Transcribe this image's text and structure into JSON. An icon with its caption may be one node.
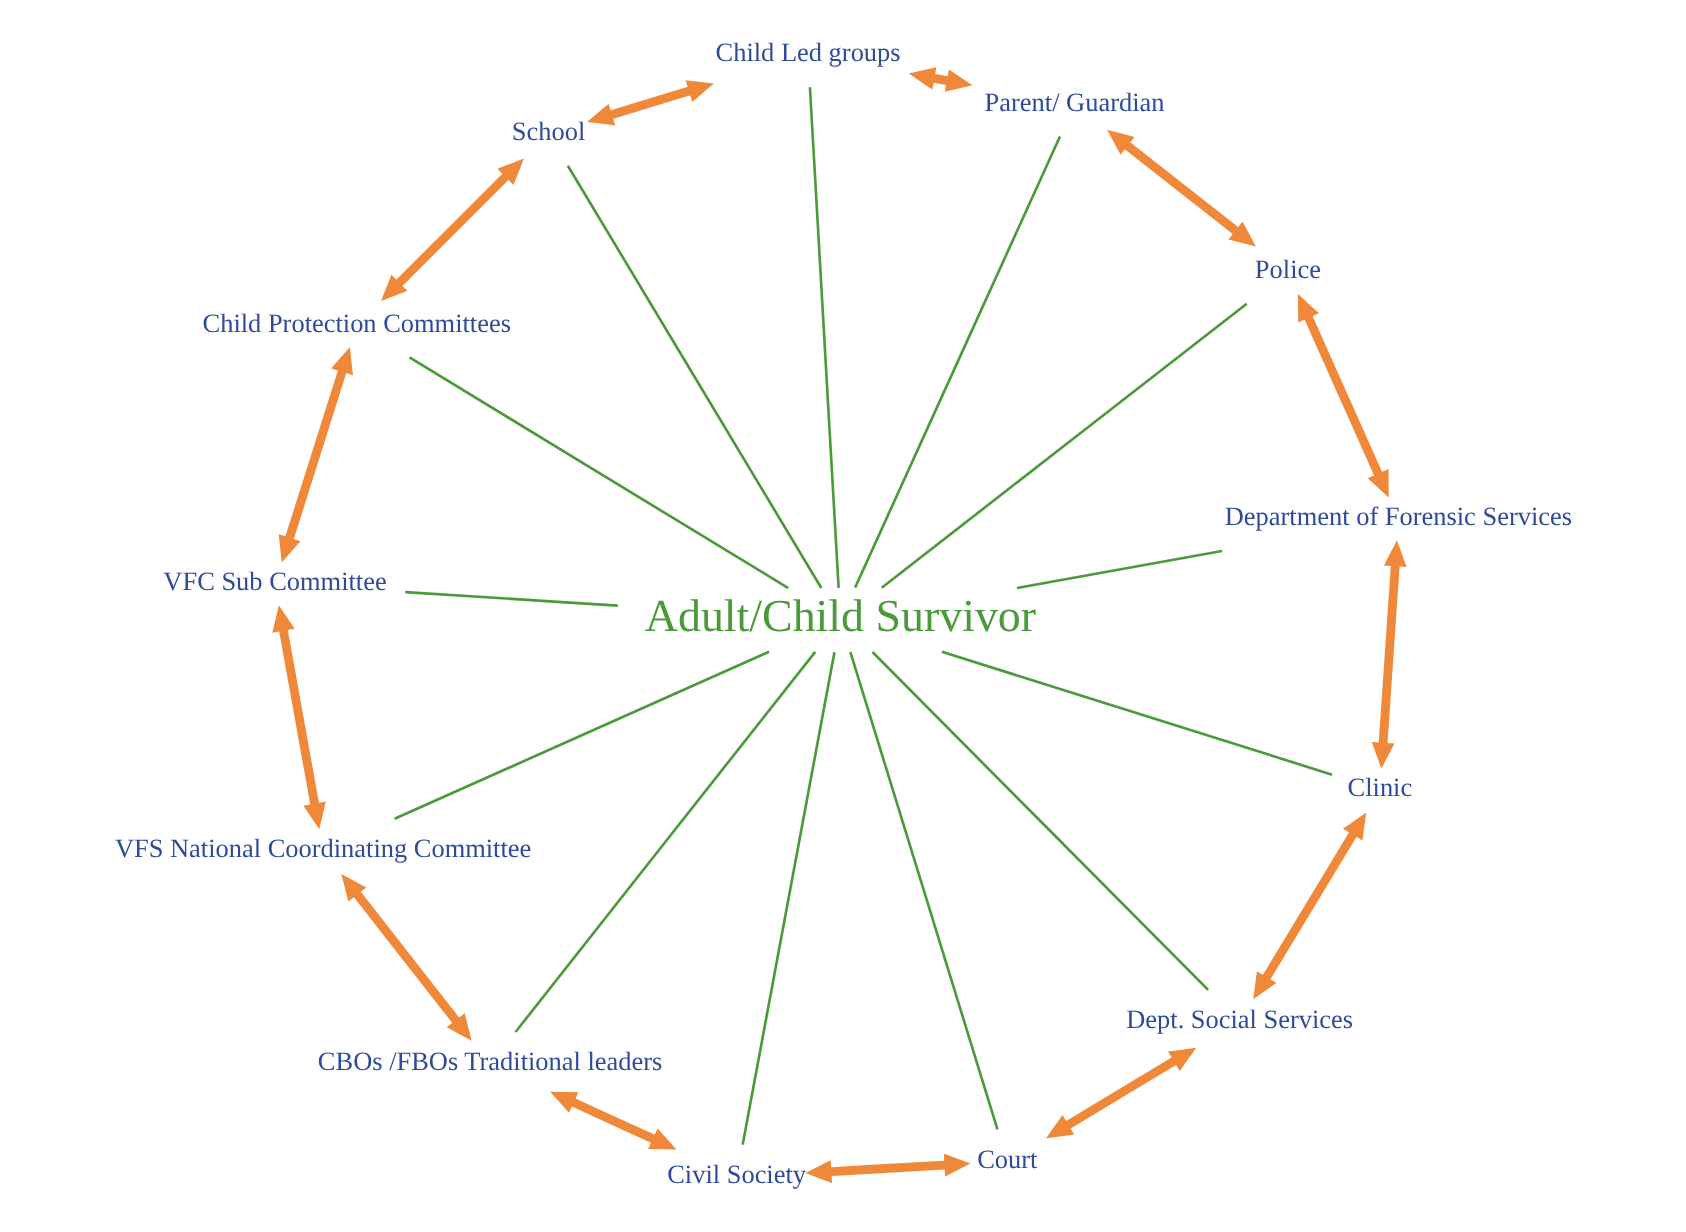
{
  "diagram": {
    "nodes": [
      {
        "text": [
          "Adult/Child Survivor"
        ]
      },
      {
        "text": [
          "Parent/ Guardian"
        ]
      },
      {
        "text": [
          "Child Led groups"
        ]
      },
      {
        "text": [
          "School"
        ]
      },
      {
        "text": [
          "Child Protection Committees"
        ]
      },
      {
        "text": [
          "VFC Sub Committee"
        ]
      },
      {
        "text": [
          "VFS National Coordinating Committee"
        ]
      },
      {
        "text": [
          "CBOs /FBOs Traditional leaders"
        ]
      },
      {
        "text": [
          "Civil Society"
        ]
      },
      {
        "text": [
          "Court"
        ]
      },
      {
        "text": [
          "Dept. Social Services"
        ]
      },
      {
        "text": [
          "Clinic"
        ]
      },
      {
        "text": [
          "Department of Forensic Services"
        ]
      },
      {
        "text": [
          "Police"
        ]
      }
    ],
    "edges": [
      {
        "from": 1,
        "to": 2,
        "arrow": "both",
        "style": "thick",
        "color": "#f0883a"
      },
      {
        "from": 2,
        "to": 3,
        "arrow": "both",
        "style": "thick",
        "color": "#f0883a"
      },
      {
        "from": 3,
        "to": 4,
        "arrow": "both",
        "style": "thick",
        "color": "#f0883a"
      },
      {
        "from": 4,
        "to": 5,
        "arrow": "both",
        "style": "thick",
        "color": "#f0883a"
      },
      {
        "from": 5,
        "to": 6,
        "arrow": "both",
        "style": "thick",
        "color": "#f0883a"
      },
      {
        "from": 6,
        "to": 7,
        "arrow": "both",
        "style": "thick",
        "color": "#f0883a"
      },
      {
        "from": 7,
        "to": 8,
        "arrow": "both",
        "style": "thick",
        "color": "#f0883a"
      },
      {
        "from": 8,
        "to": 9,
        "arrow": "both",
        "style": "thick",
        "color": "#f0883a"
      },
      {
        "from": 9,
        "to": 10,
        "arrow": "both",
        "style": "thick",
        "color": "#f0883a"
      },
      {
        "from": 10,
        "to": 11,
        "arrow": "both",
        "style": "thick",
        "color": "#f0883a"
      },
      {
        "from": 11,
        "to": 12,
        "arrow": "both",
        "style": "thick",
        "color": "#f0883a"
      },
      {
        "from": 12,
        "to": 13,
        "arrow": "both",
        "style": "thick",
        "color": "#f0883a"
      },
      {
        "from": 13,
        "to": 1,
        "arrow": "both",
        "style": "thick",
        "color": "#f0883a"
      },
      {
        "from": 0,
        "to": 1,
        "arrow": "none",
        "color": "#4a9a3a"
      },
      {
        "from": 0,
        "to": 2,
        "arrow": "none",
        "color": "#4a9a3a"
      },
      {
        "from": 0,
        "to": 3,
        "arrow": "none",
        "color": "#4a9a3a"
      },
      {
        "from": 0,
        "to": 4,
        "arrow": "none",
        "color": "#4a9a3a"
      },
      {
        "from": 0,
        "to": 5,
        "arrow": "none",
        "color": "#4a9a3a"
      },
      {
        "from": 0,
        "to": 6,
        "arrow": "none",
        "color": "#4a9a3a"
      },
      {
        "from": 0,
        "to": 7,
        "arrow": "none",
        "color": "#4a9a3a"
      },
      {
        "from": 0,
        "to": 8,
        "arrow": "none",
        "color": "#4a9a3a"
      },
      {
        "from": 0,
        "to": 9,
        "arrow": "none",
        "color": "#4a9a3a"
      },
      {
        "from": 0,
        "to": 10,
        "arrow": "none",
        "color": "#4a9a3a"
      },
      {
        "from": 0,
        "to": 11,
        "arrow": "none",
        "color": "#4a9a3a"
      },
      {
        "from": 0,
        "to": 12,
        "arrow": "none",
        "color": "#4a9a3a"
      },
      {
        "from": 0,
        "to": 13,
        "arrow": "none",
        "color": "#4a9a3a"
      }
    ]
  }
}
